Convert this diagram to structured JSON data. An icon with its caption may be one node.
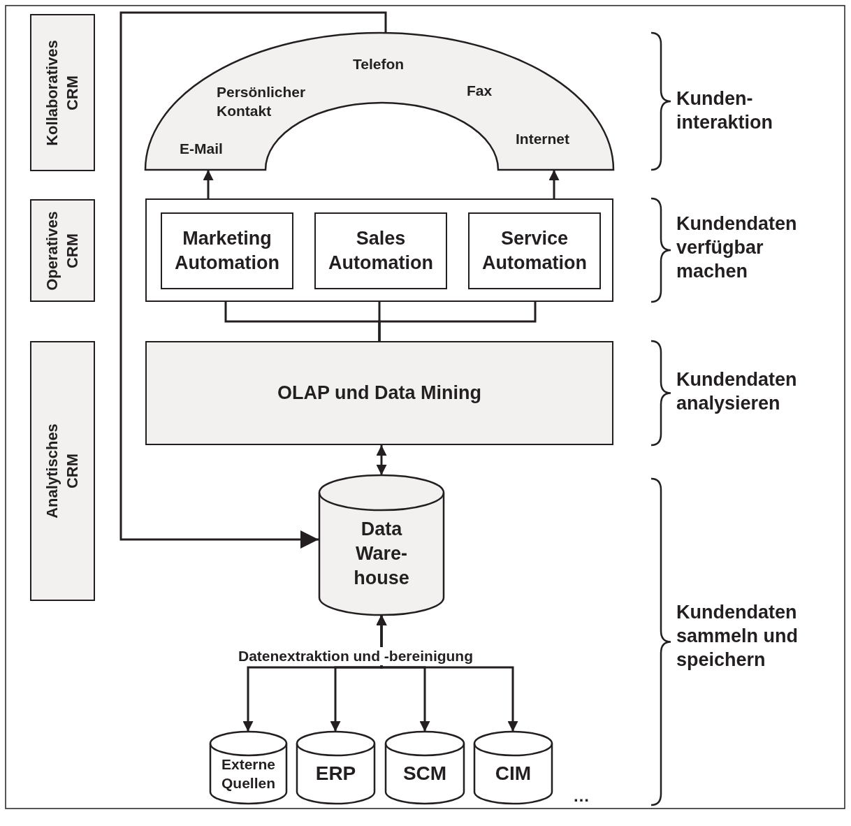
{
  "diagram": {
    "nodes": [
      {
        "text": [
          "Kollaboratives CRM"
        ]
      },
      {
        "text": [
          "Operatives CRM"
        ]
      },
      {
        "text": [
          "Analytisches CRM"
        ]
      },
      {
        "text": [
          "Telefon",
          "Persönlicher Kontakt",
          "Fax",
          "E-Mail",
          "Internet"
        ]
      },
      {
        "text": [],
        "shape": "box"
      },
      {
        "text": [
          "Marketing Automation"
        ],
        "in": 4
      },
      {
        "text": [
          "Sales Automation"
        ],
        "in": 4
      },
      {
        "text": [
          "Service Automation"
        ],
        "in": 4
      },
      {
        "text": [
          "OLAP und Data Mining"
        ]
      },
      {
        "text": [
          "Data Ware- house"
        ]
      },
      {
        "text": [
          "Externe Quellen"
        ]
      },
      {
        "text": [
          "ERP"
        ]
      },
      {
        "text": [
          "SCM"
        ]
      },
      {
        "text": [
          "CIM"
        ]
      }
    ],
    "edges": [
      {
        "from": 4,
        "to": 3,
        "arrow": "to"
      },
      {
        "from": 4,
        "to": 3,
        "arrow": "to"
      },
      {
        "from": 8,
        "to": 5,
        "arrow": "to"
      },
      {
        "from": 8,
        "to": 6,
        "arrow": "to"
      },
      {
        "from": 8,
        "to": 7,
        "arrow": "to"
      },
      {
        "from": 8,
        "to": 9,
        "arrow": "both"
      },
      {
        "from": 3,
        "to": 9,
        "arrow": "to"
      },
      {
        "from": 9,
        "to": 10,
        "arrow": "both"
      },
      {
        "from": 9,
        "to": 11,
        "arrow": "both"
      },
      {
        "from": 9,
        "to": 12,
        "arrow": "both"
      },
      {
        "from": 9,
        "to": 13,
        "arrow": "both"
      }
    ],
    "labels": [
      "Kunden- interaktion",
      "Kundendaten verfügbar machen",
      "Kundendaten analysieren",
      "Kundendaten sammeln und speichern",
      "Datenextraktion und -bereinigung",
      "…"
    ]
  }
}
